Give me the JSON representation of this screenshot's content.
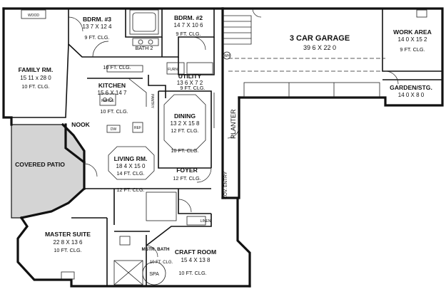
{
  "rooms": {
    "bdrm3": {
      "name": "BDRM. #3",
      "size": "13 7 X 12 4",
      "ceiling": "9 FT. CLG."
    },
    "bdrm2": {
      "name": "BDRM. #2",
      "size": "14 7 X 10 6",
      "ceiling": "9 FT. CLG."
    },
    "bath2": {
      "name": "BATH 2"
    },
    "hall": {
      "ceiling": "10 FT. CLG."
    },
    "family": {
      "name": "FAMILY RM.",
      "size": "15 11 x 28 0",
      "ceiling": "10 FT. CLG."
    },
    "kitchen": {
      "name": "KITCHEN",
      "size": "15 6 X 14 7",
      "ceiling": "10 FT. CLG."
    },
    "pantry": {
      "name": "PANTRY"
    },
    "utility": {
      "name": "UTILITY",
      "size": "13 6 X 7 2",
      "ceiling": "9 FT. CLG."
    },
    "nook": {
      "name": "NOOK"
    },
    "dining": {
      "name": "DINING",
      "size": "13 2 X 15 8",
      "ceiling": "12 FT. CLG.",
      "ceiling2": "10 FT. CLG."
    },
    "patio": {
      "name": "COVERED PATIO"
    },
    "living": {
      "name": "LIVING RM.",
      "size": "18 4 X 15 0",
      "ceiling": "14 FT. CLG.",
      "ceiling2": "12 FT. CLG."
    },
    "foyer": {
      "name": "FOYER",
      "ceiling": "12 FT. CLG."
    },
    "master": {
      "name": "MASTER SUITE",
      "size": "22 8 X 13 6",
      "ceiling": "10 FT. CLG."
    },
    "mbath": {
      "name": "MSTR. BATH",
      "ceiling": "10 FT. CLG."
    },
    "craft": {
      "name": "CRAFT ROOM",
      "size": "15 4 X 13 8",
      "ceiling": "10 FT. CLG."
    },
    "garage": {
      "name": "3 CAR GARAGE",
      "size": "39 6 X 22 0"
    },
    "work": {
      "name": "WORK AREA",
      "size": "14 0 X 15 2",
      "ceiling": "9 FT. CLG."
    },
    "garden": {
      "name": "GARDEN/STG.",
      "size": "14 0 X 8 0"
    }
  },
  "labels": {
    "planter": "PLANTER",
    "cov_entry": "COV. ENTRY",
    "spa": "SPA",
    "wood": "WOOD",
    "range": "RANGE",
    "linen": "LINEN",
    "furn": "FURN",
    "dw": "DW",
    "ref": "REF",
    "wh": "WH"
  }
}
